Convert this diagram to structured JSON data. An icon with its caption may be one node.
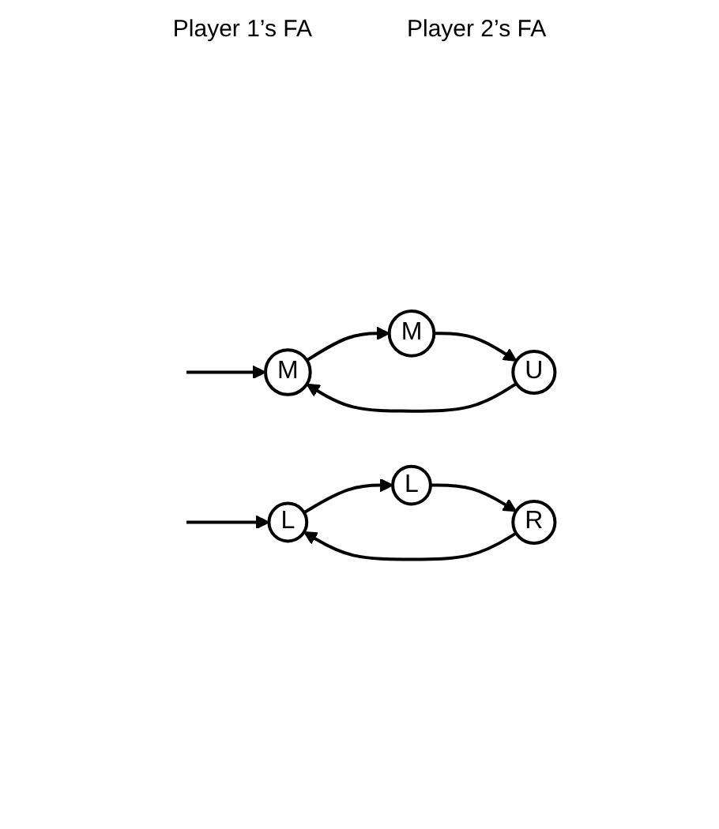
{
  "diagram": {
    "nodes": [
      {
        "text": [
          "M"
        ]
      },
      {
        "text": [
          "M"
        ]
      },
      {
        "text": [
          "U"
        ]
      },
      {
        "text": [
          "L"
        ]
      },
      {
        "text": [
          "L"
        ]
      },
      {
        "text": [
          "R"
        ]
      }
    ],
    "edges": [
      {
        "from": null,
        "to": 0,
        "arrow": "to"
      },
      {
        "from": 0,
        "to": 1,
        "arrow": "to"
      },
      {
        "from": 1,
        "to": 2,
        "arrow": "to"
      },
      {
        "from": 2,
        "to": 0,
        "arrow": "to"
      },
      {
        "from": null,
        "to": 3,
        "arrow": "to"
      },
      {
        "from": 3,
        "to": 4,
        "arrow": "to"
      },
      {
        "from": 4,
        "to": 5,
        "arrow": "to"
      },
      {
        "from": 5,
        "to": 3,
        "arrow": "to"
      }
    ],
    "labels": [
      "Player 1’s FA",
      "Player 2’s FA"
    ]
  }
}
